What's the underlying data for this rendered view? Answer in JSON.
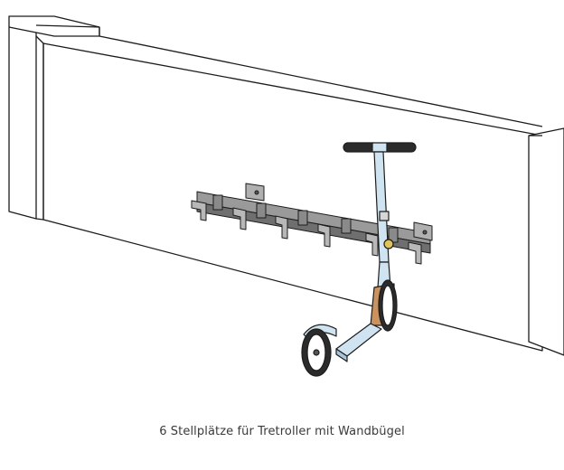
{
  "caption": "6 Stellplätze für Tretroller mit Wandbügel",
  "illustration": {
    "subject": "scooter-wall-rack",
    "slots": 6,
    "colors": {
      "line": "#1c1c1c",
      "wall": "#ffffff",
      "rack": "#9a9a9a",
      "rack_shadow": "#6f6f6f",
      "scooter_frame": "#cfe3f0",
      "grip": "#2b2b2b",
      "wood": "#c9925e",
      "lock": "#e2c25a"
    }
  }
}
